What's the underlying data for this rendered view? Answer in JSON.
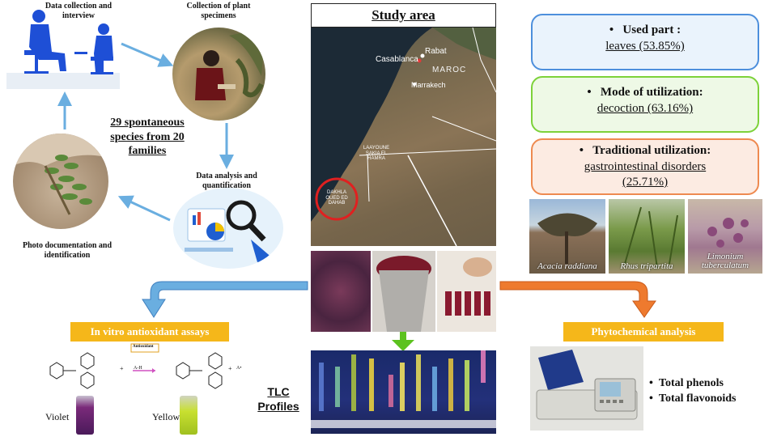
{
  "cycle": {
    "step1": "Data collection and interview",
    "step2": "Collection of plant specimens",
    "step3": "Data analysis and quantification",
    "step4": "Photo documentation and identification",
    "center": "29 spontaneous species from 20 families"
  },
  "map": {
    "title": "Study area",
    "places": {
      "rabat": "Rabat",
      "casablanca": "Casablanca",
      "maroc": "MAROC",
      "marrakech": "Marrakech",
      "laayoune": "LAAYOUNE SAKIA EL HAMRA",
      "dakhla": "DAKHLA OUED ED DAHAB"
    }
  },
  "results": {
    "used_part": {
      "title": "Used part :",
      "value": "leaves (53.85%)"
    },
    "mode": {
      "title": "Mode of utilization:",
      "value": "decoction (63.16%)"
    },
    "traditional": {
      "title": "Traditional utilization:",
      "value1": "gastrointestinal disorders",
      "value2": "(25.71%)"
    }
  },
  "species": [
    "Acacia raddiana",
    "Rhus tripartita",
    "Limonium tuberculatum"
  ],
  "assays": {
    "title": "In vitro antioxidant assays",
    "antioxidant": "Antioxidant",
    "ah": "A-H",
    "plus": "+",
    "plus2": "+",
    "a": "A•",
    "violet": "Violet",
    "yellow": "Yellow"
  },
  "tlc": {
    "label": "TLC Profiles"
  },
  "phyto": {
    "title": "Phytochemical analysis",
    "items": [
      "Total phenols",
      "Total flavonoids"
    ]
  },
  "colors": {
    "blue_arrow": "#6aaee0",
    "orange_arrow": "#ee7a2e",
    "green_arrow": "#5cc21f",
    "used_part_border": "#4d8fdc",
    "mode_border": "#7dd23a",
    "traditional_border": "#ee8a50",
    "label_bg": "#f5b71a"
  }
}
